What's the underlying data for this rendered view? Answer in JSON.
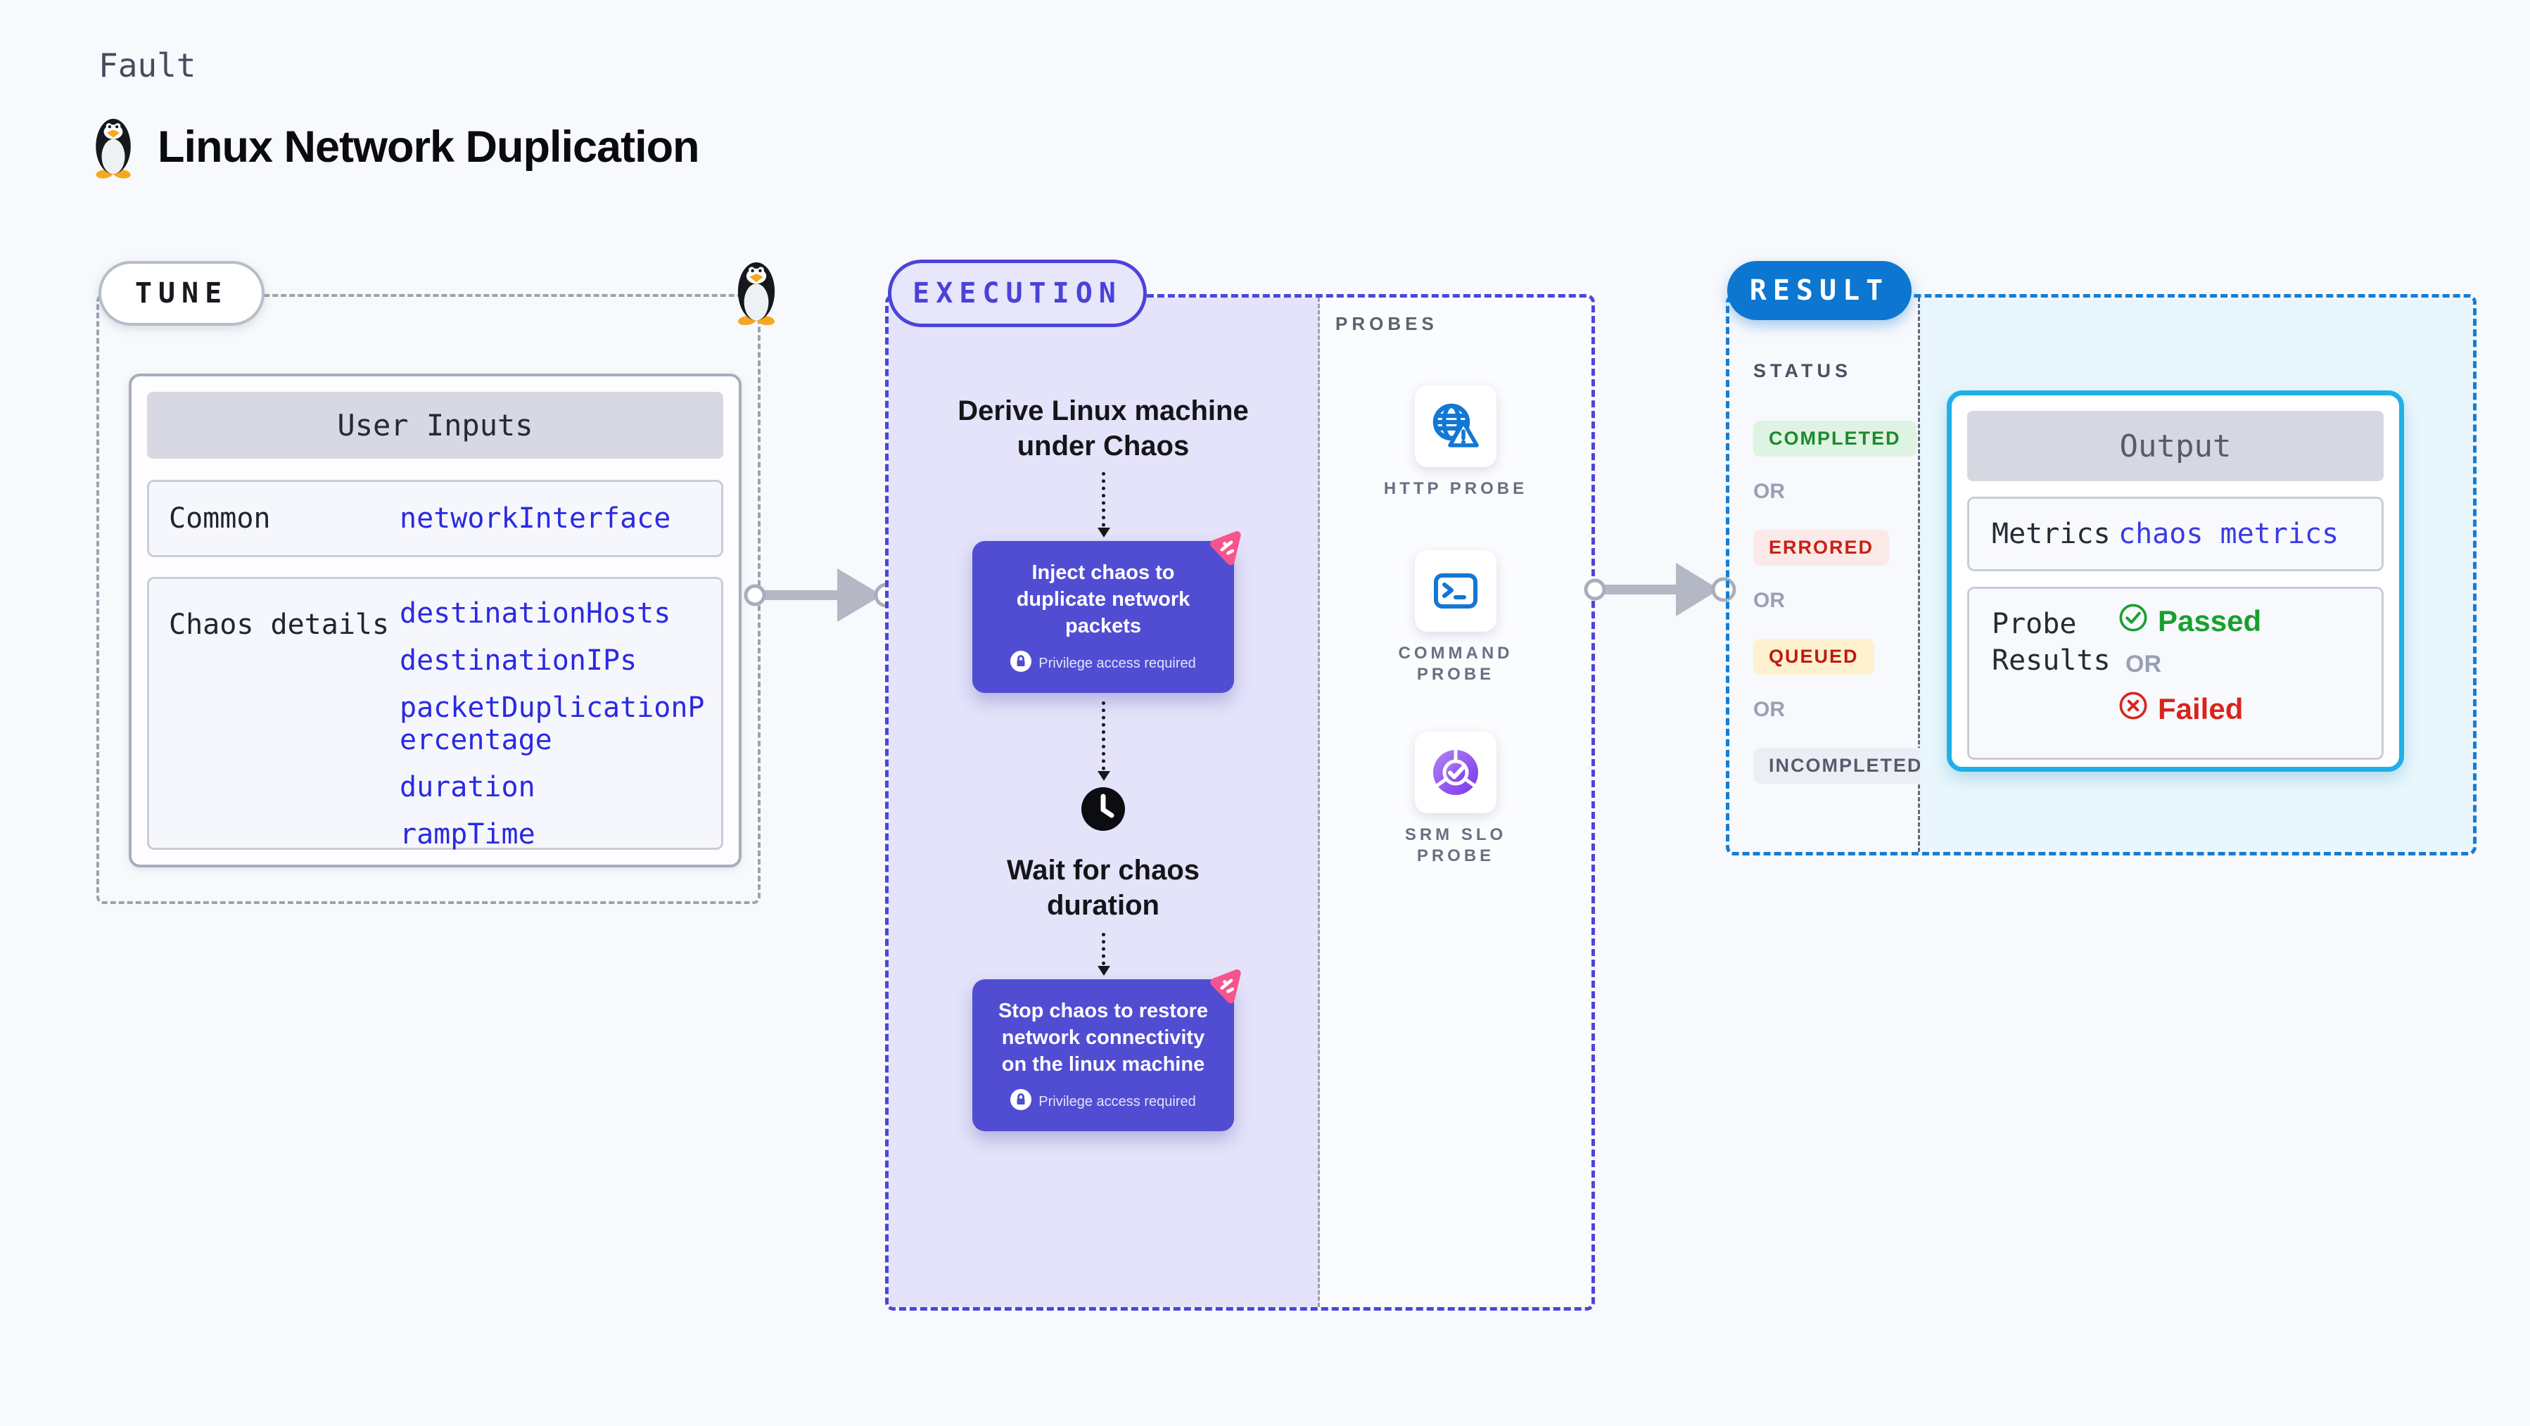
{
  "header": {
    "eyebrow": "Fault",
    "title": "Linux Network Duplication",
    "logo": "tux-penguin-icon"
  },
  "tune": {
    "badge": "TUNE",
    "user_inputs": {
      "header": "User Inputs",
      "rows": [
        {
          "label": "Common",
          "values": [
            "networkInterface"
          ]
        },
        {
          "label": "Chaos details",
          "values": [
            "destinationHosts",
            "destinationIPs",
            "packetDuplicationPercentage",
            "duration",
            "rampTime"
          ]
        }
      ]
    }
  },
  "execution": {
    "badge": "EXECUTION",
    "derive_title": "Derive Linux machine under Chaos",
    "inject_card": {
      "title": "Inject chaos to duplicate network packets",
      "note": "Privilege access required"
    },
    "wait_title": "Wait for chaos duration",
    "stop_card": {
      "title": "Stop chaos to restore network connectivity on the linux machine",
      "note": "Privilege access required"
    }
  },
  "probes": {
    "title": "PROBES",
    "items": [
      {
        "icon": "globe-alert-icon",
        "label": "HTTP PROBE"
      },
      {
        "icon": "terminal-icon",
        "label": "COMMAND PROBE"
      },
      {
        "icon": "slo-check-icon",
        "label": "SRM SLO PROBE"
      }
    ]
  },
  "result": {
    "badge": "RESULT",
    "status_title": "STATUS",
    "or_label": "OR",
    "statuses": [
      {
        "label": "COMPLETED",
        "fg": "#1b8a2d",
        "bg": "#def3e1"
      },
      {
        "label": "ERRORED",
        "fg": "#c92017",
        "bg": "#fbe9e7"
      },
      {
        "label": "QUEUED",
        "fg": "#bf1b10",
        "bg": "#fdf1cf"
      },
      {
        "label": "INCOMPLETED",
        "fg": "#565c6c",
        "bg": "#eceef6"
      }
    ],
    "output": {
      "header": "Output",
      "metrics_label": "Metrics",
      "metrics_value": "chaos metrics",
      "probe_label": "Probe Results",
      "passed": "Passed",
      "or": "OR",
      "failed": "Failed"
    }
  },
  "colors": {
    "page_bg": "#f7f9fc",
    "tune_dash": "#9ba2af",
    "execution_dash": "#4b46da",
    "execution_panel_bg": "#e4e3fa",
    "chaos_card_bg": "#514dd3",
    "chaos_logo_pink": "#f6548c",
    "probe_icon_blue": "#1377d4",
    "slo_purple": "#7a36ea",
    "result_dash": "#147dd6",
    "result_badge_bg": "#0d76d0",
    "output_border": "#1fb0e8",
    "output_area_bg": "#e9f6fc",
    "value_blue": "#2a2ae2",
    "passed_green": "#18a02e",
    "failed_red": "#d7251c",
    "arrow_gray": "#b4b8c4"
  }
}
